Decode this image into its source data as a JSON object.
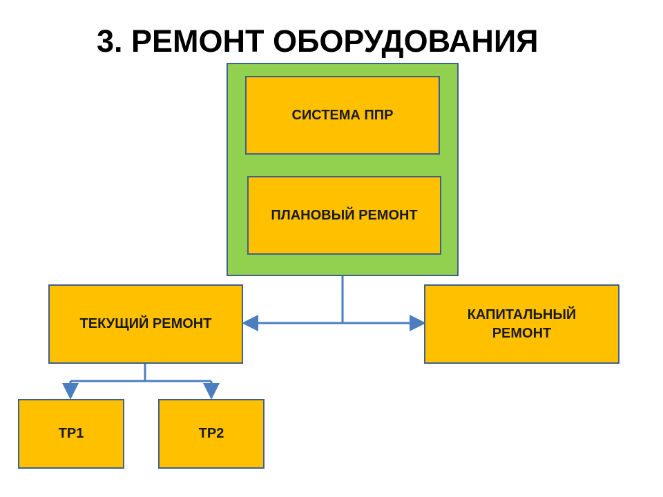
{
  "colors": {
    "group_fill": "#92d050",
    "box_fill": "#ffc000",
    "border": "#3f5f8f",
    "connector": "#4a7ebf"
  },
  "title": "3. РЕМОНТ ОБОРУДОВАНИЯ",
  "boxes": {
    "ppr_system": "СИСТЕМА ППР",
    "planned_repair": "ПЛАНОВЫЙ РЕМОНТ",
    "current_repair": "ТЕКУЩИЙ РЕМОНТ",
    "capital_repair_line1": "КАПИТАЛЬНЫЙ",
    "capital_repair_line2": "РЕМОНТ",
    "tr1": "ТР1",
    "tr2": "ТР2"
  }
}
